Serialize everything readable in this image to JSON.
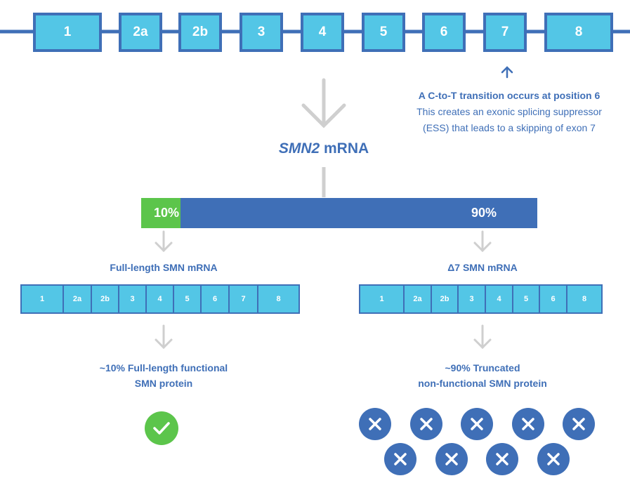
{
  "gene": {
    "exons": [
      "1",
      "2a",
      "2b",
      "3",
      "4",
      "5",
      "6",
      "7",
      "8"
    ]
  },
  "annotation": {
    "title": "A C-to-T transition occurs at position 6",
    "line1": "This creates an exonic splicing suppressor",
    "line2": "(ESS) that leads to a skipping of exon 7"
  },
  "mrna": {
    "gene_italic": "SMN2",
    "suffix": " mRNA"
  },
  "split": {
    "left_percent": "10%",
    "right_percent": "90%",
    "left_fraction": 0.1,
    "right_fraction": 0.9
  },
  "left_branch": {
    "title": "Full-length SMN mRNA",
    "exons": [
      "1",
      "2a",
      "2b",
      "3",
      "4",
      "5",
      "6",
      "7",
      "8"
    ],
    "protein_line1": "~10% Full-length functional",
    "protein_line2": "SMN protein",
    "icon": "check-icon"
  },
  "right_branch": {
    "title": "Δ7 SMN mRNA",
    "exons": [
      "1",
      "2a",
      "2b",
      "3",
      "4",
      "5",
      "6",
      "8"
    ],
    "protein_line1": "~90% Truncated",
    "protein_line2": "non-functional SMN protein",
    "icon": "x-icon",
    "x_count": 9
  },
  "colors": {
    "exon_fill": "#53c6e6",
    "exon_border": "#3f6fb7",
    "text_blue": "#3f6fb7",
    "green": "#5cc54b",
    "arrow_gray": "#cfcfcf"
  }
}
